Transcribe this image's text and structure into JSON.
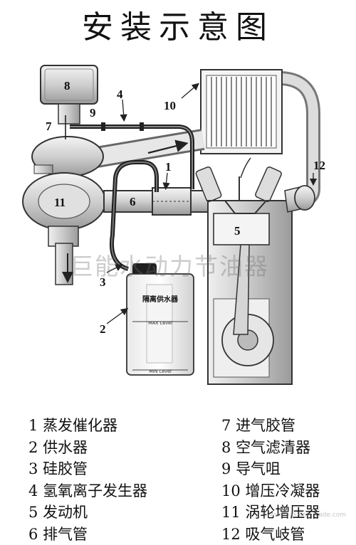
{
  "title": "安装示意图",
  "callouts": [
    "1",
    "2",
    "3",
    "4",
    "5",
    "6",
    "7",
    "8",
    "9",
    "10",
    "11",
    "12"
  ],
  "tank": {
    "label": "隔离供水器",
    "max": "MAX Level",
    "min": "MIN Level"
  },
  "watermark": "巨能水动力节油器",
  "corner_mark": "www.Peakalng Trade.com",
  "legend": {
    "left": [
      {
        "num": "1",
        "text": "蒸发催化器"
      },
      {
        "num": "2",
        "text": "供水器"
      },
      {
        "num": "3",
        "text": "硅胶管"
      },
      {
        "num": "4",
        "text": "氢氧离子发生器"
      },
      {
        "num": "5",
        "text": "发动机"
      },
      {
        "num": "6",
        "text": "排气管"
      }
    ],
    "right": [
      {
        "num": "7",
        "text": "进气胶管"
      },
      {
        "num": "8",
        "text": "空气滤清器"
      },
      {
        "num": "9",
        "text": "导气咀"
      },
      {
        "num": "10",
        "text": "增压冷凝器"
      },
      {
        "num": "11",
        "text": "涡轮增压器"
      },
      {
        "num": "12",
        "text": "吸气岐管"
      }
    ]
  }
}
